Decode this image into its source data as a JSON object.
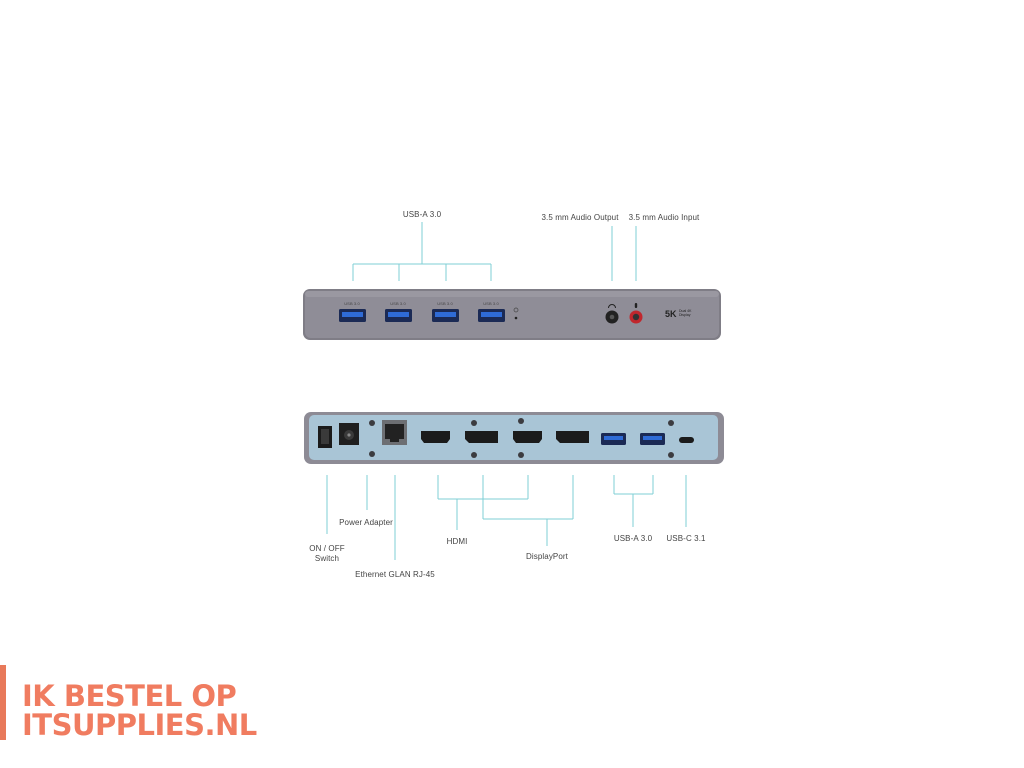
{
  "front_panel": {
    "labels": {
      "usb_a": "USB-A 3.0",
      "audio_output": "3.5 mm Audio Output",
      "audio_input": "3.5 mm Audio Input"
    },
    "port_texts": [
      "USB 3.0",
      "USB 3.0",
      "USB 3.0",
      "USB 3.0"
    ],
    "badge": {
      "main": "5K",
      "small": "Dual 4K Display"
    }
  },
  "back_panel": {
    "labels": {
      "on_off": "ON / OFF\nSwitch",
      "power": "Power Adapter",
      "ethernet": "Ethernet GLAN RJ-45",
      "hdmi": "HDMI",
      "displayport": "DisplayPort",
      "usb_a": "USB-A 3.0",
      "usb_c": "USB-C 3.1"
    }
  },
  "logo": {
    "line1": "IK BESTEL OP",
    "line2": "ITSUPPLIES.NL"
  },
  "colors": {
    "accent_line": "#7fcfd6",
    "logo": "#f07c60",
    "device": "#8c8a94",
    "back_face": "#a9c5d6"
  }
}
